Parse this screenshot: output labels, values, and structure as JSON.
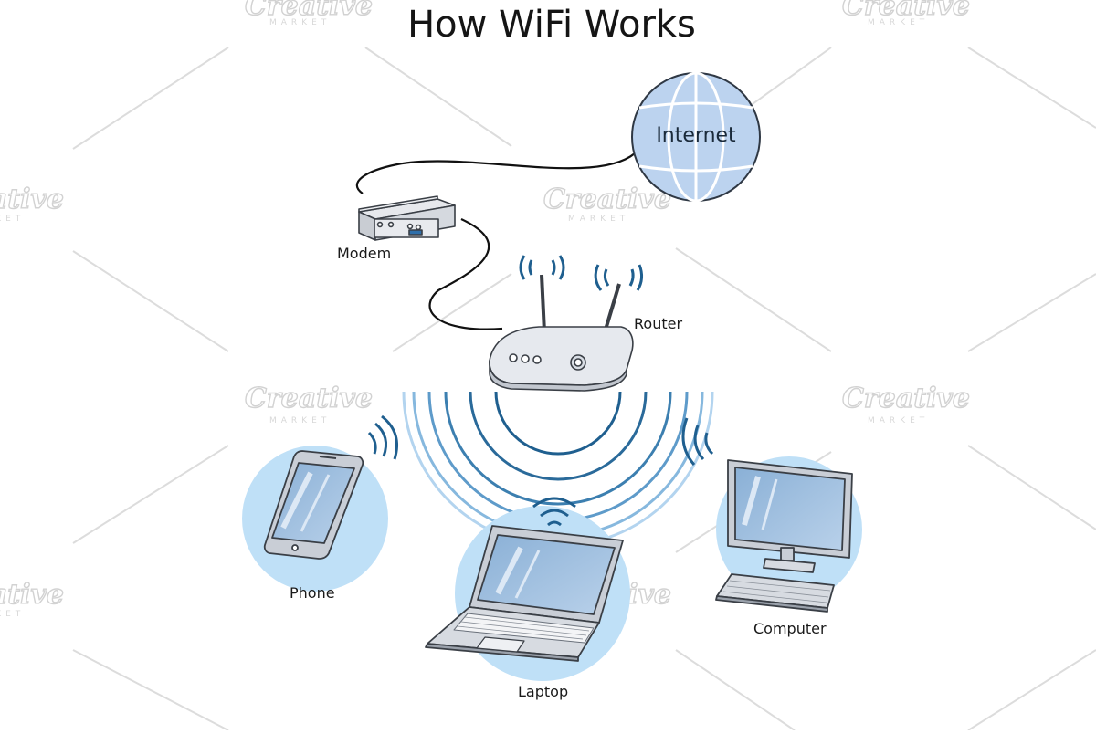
{
  "title": "How WiFi Works",
  "watermark": {
    "brand": "Creative",
    "sub": "MARKET"
  },
  "nodes": {
    "internet": "Internet",
    "modem": "Modem",
    "router": "Router",
    "phone": "Phone",
    "laptop": "Laptop",
    "computer": "Computer"
  },
  "colors": {
    "device_circle": "#bfe0f7",
    "globe_fill": "#bcd3ef",
    "signal": "#1f5f8f",
    "outline": "#33383e"
  }
}
